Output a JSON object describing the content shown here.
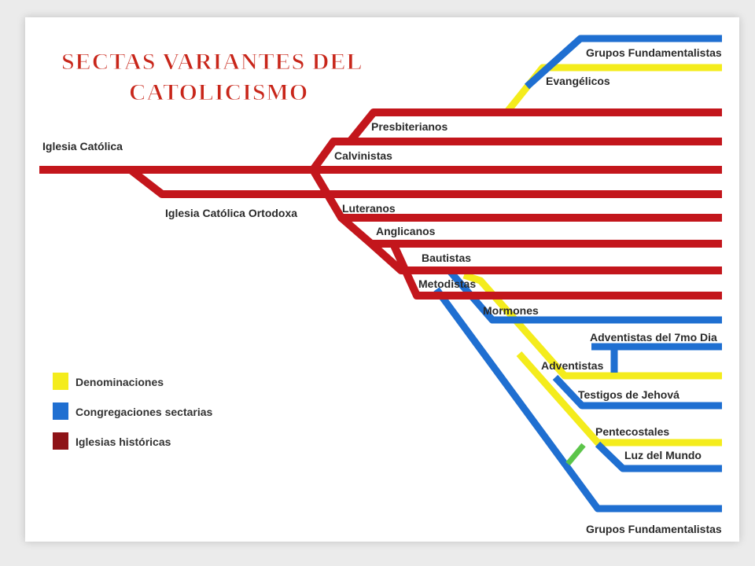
{
  "title": {
    "line1": "SECTAS VARIANTES DEL",
    "line2": "CATOLICISMO"
  },
  "colors": {
    "denominaciones": "#f4ec1c",
    "congregaciones": "#1f6fd1",
    "historicas": "#c3161c",
    "title": "#c8261a"
  },
  "labels": {
    "iglesia_catolica": "Iglesia Católica",
    "ortodoxa": "Iglesia Católica Ortodoxa",
    "grupos_fund_top": "Grupos Fundamentalistas",
    "evangelicos": "Evangélicos",
    "presbiterianos": "Presbiterianos",
    "calvinistas": "Calvinistas",
    "luteranos": "Luteranos",
    "anglicanos": "Anglicanos",
    "bautistas": "Bautistas",
    "metodistas": "Metodistas",
    "mormones": "Mormones",
    "adventistas_7mo": "Adventistas del 7mo Dia",
    "adventistas": "Adventistas",
    "testigos": "Testigos de Jehová",
    "pentecostales": "Pentecostales",
    "luz_del_mundo": "Luz del Mundo",
    "grupos_fund_bottom": "Grupos Fundamentalistas"
  },
  "legend": [
    {
      "label": "Denominaciones",
      "color": "#f4ec1c"
    },
    {
      "label": "Congregaciones sectarias",
      "color": "#1f6fd1"
    },
    {
      "label": "Iglesias históricas",
      "color": "#c3161c"
    }
  ]
}
